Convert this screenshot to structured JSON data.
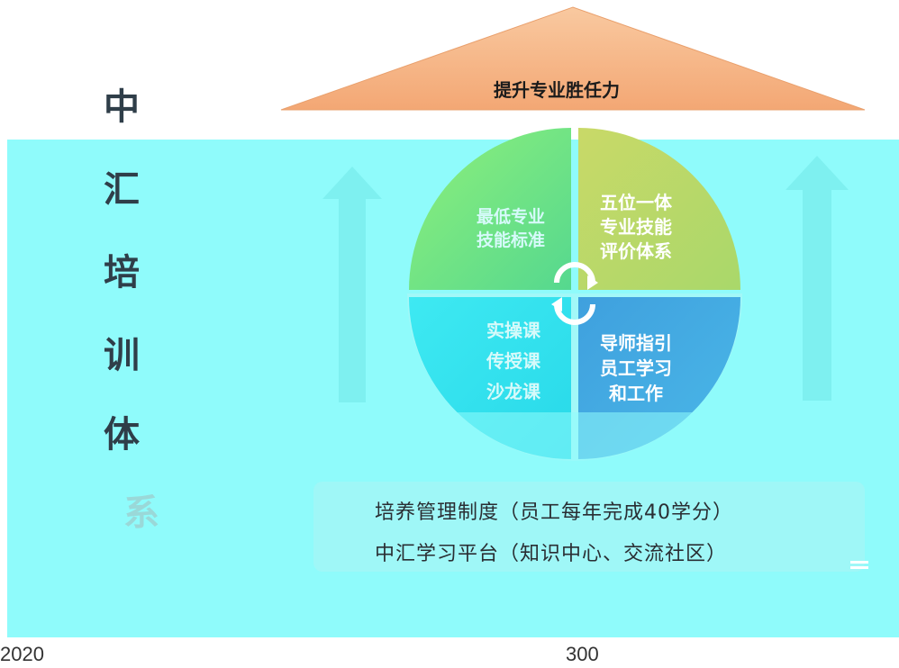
{
  "roof": {
    "title": "提升专业胜任力"
  },
  "vertical_title": [
    "中",
    "汇",
    "培",
    "训",
    "体",
    "系"
  ],
  "pie": {
    "top_left": "最低专业\n技能标准",
    "top_right": "五位一体\n专业技能\n评价体系",
    "bottom_left": "实操课\n传授课\n沙龙课",
    "bottom_right": "导师指引\n员工学习\n和工作"
  },
  "foundation": {
    "line1": "培养管理制度（员工每年完成40学分）",
    "line2": "中汇学习平台（知识中心、交流社区）"
  },
  "footer": {
    "left": "2020",
    "center": "300"
  },
  "icons": {
    "cycle": "cycle-arrows-icon",
    "menu": "menu-icon",
    "left_arrow": "up-arrow-icon",
    "right_arrow": "up-arrow-icon"
  },
  "colors": {
    "roof": "#f7b98b",
    "board": "#8ffbfb",
    "wedge_top_left": "#6fe08a",
    "wedge_top_right": "#c8dc6a",
    "wedge_bottom_left": "#34e3ee",
    "wedge_bottom_right": "#3aa7df"
  }
}
